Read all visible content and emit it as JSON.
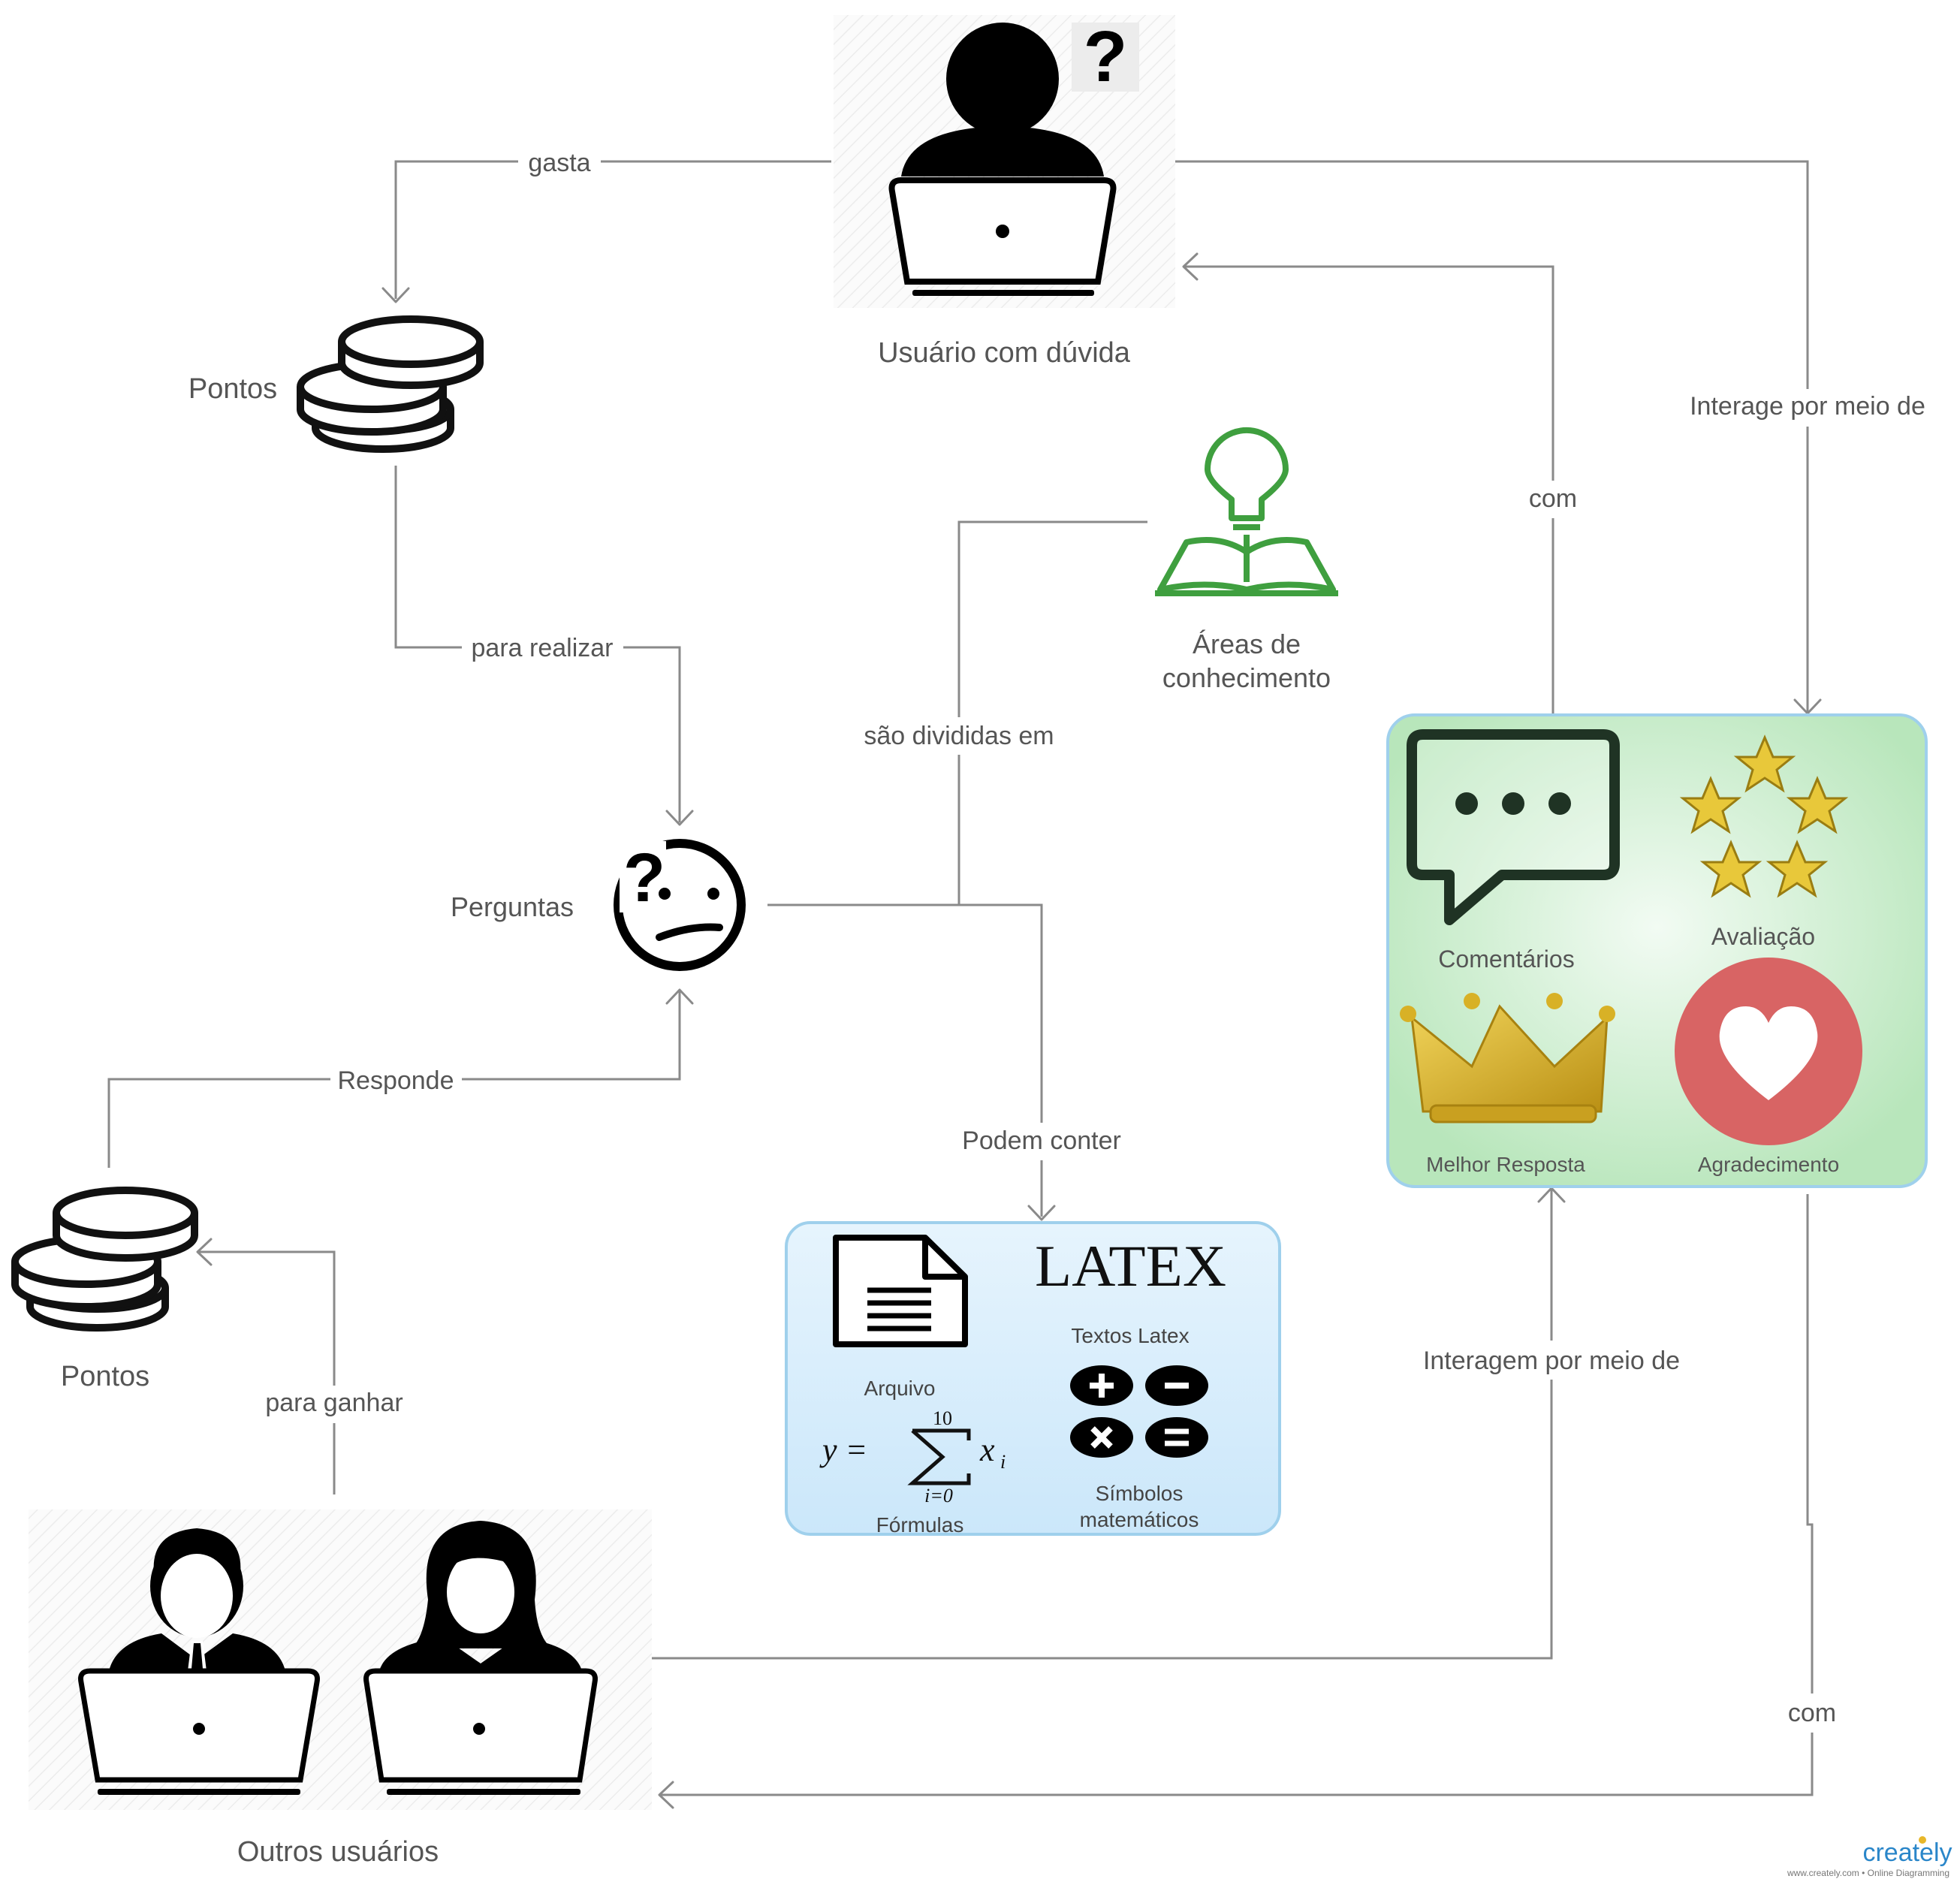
{
  "nodes": {
    "usuario_duvida": "Usuário com dúvida",
    "pontos_top": "Pontos",
    "areas": [
      "Áreas de",
      "conhecimento"
    ],
    "perguntas": "Perguntas",
    "pontos_bottom": "Pontos",
    "outros": "Outros usuários"
  },
  "edges": {
    "gasta": "gasta",
    "para_realizar": "para realizar",
    "sao_divididas": "são divididas em",
    "podem_conter": "Podem conter",
    "responde": "Responde",
    "para_ganhar": "para ganhar",
    "com_top": "com",
    "interage": "Interage por meio de",
    "interagem": "Interagem por meio de",
    "com_bottom": "com"
  },
  "interaction_box": {
    "comentarios": "Comentários",
    "avaliacao": "Avaliação",
    "melhor_resposta": "Melhor Resposta",
    "agradecimento": "Agradecimento"
  },
  "content_box": {
    "latex_logo": "LATEX",
    "textos_latex": "Textos Latex",
    "arquivo": "Arquivo",
    "formula_y": "y =",
    "formula_upper": "10",
    "formula_lower": "i=0",
    "formula_x": "x",
    "formula_sub": "i",
    "formulas": "Fórmulas",
    "simbolos": [
      "Símbolos",
      "matemáticos"
    ],
    "question_mark": "?",
    "question_mark_face": "?"
  },
  "branding": {
    "logo": "creately",
    "tagline": "www.creately.com • Online Diagramming"
  },
  "colors": {
    "line": "#8a8a8a",
    "label": "#555555",
    "green_accent": "#3f9f3f",
    "interaction_bg": "#bfe8c0",
    "content_bg": "#d3ecfb",
    "box_border": "#9fd0ec",
    "heart": "#d86464",
    "gold": "#d8b126",
    "star": "#e8c83a",
    "creately_blue": "#2a86c9"
  }
}
